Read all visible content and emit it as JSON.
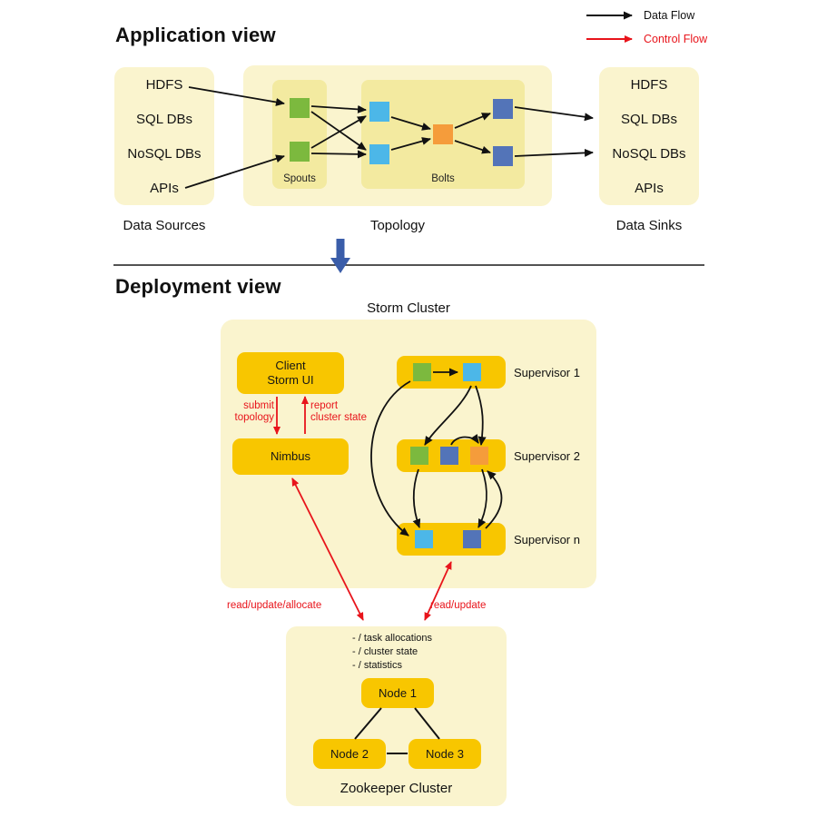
{
  "legend": {
    "data_flow": "Data Flow",
    "control_flow": "Control Flow"
  },
  "application_view": {
    "title": "Application view",
    "data_sources": {
      "label": "Data Sources",
      "items": [
        "HDFS",
        "SQL DBs",
        "NoSQL DBs",
        "APIs"
      ]
    },
    "topology": {
      "label": "Topology",
      "spouts_label": "Spouts",
      "bolts_label": "Bolts"
    },
    "data_sinks": {
      "label": "Data Sinks",
      "items": [
        "HDFS",
        "SQL DBs",
        "NoSQL DBs",
        "APIs"
      ]
    }
  },
  "deployment_view": {
    "title": "Deployment view",
    "storm_cluster": {
      "label": "Storm Cluster",
      "client": {
        "line1": "Client",
        "line2": "Storm UI"
      },
      "nimbus": "Nimbus",
      "submit": {
        "line1": "submit",
        "line2": "topology"
      },
      "report": {
        "line1": "report",
        "line2": "cluster state"
      },
      "supervisors": [
        {
          "label": "Supervisor 1"
        },
        {
          "label": "Supervisor 2"
        },
        {
          "label": "Supervisor n"
        }
      ]
    },
    "labels": {
      "read_update_allocate": "read/update/allocate",
      "read_update": "read/update"
    },
    "zookeeper": {
      "label": "Zookeeper Cluster",
      "paths": [
        "- / task allocations",
        "- / cluster state",
        "- / statistics"
      ],
      "nodes": [
        "Node 1",
        "Node 2",
        "Node 3"
      ]
    }
  },
  "colors": {
    "panel": "#FAF4CE",
    "inner_panel": "#F3EAA0",
    "gold": "#F8C600",
    "green": "#7CB93E",
    "cyan": "#4CB7E8",
    "blue": "#5374B8",
    "orange": "#F59C3B",
    "red": "#E8141B",
    "arrow_black": "#111111",
    "arrow_blue": "#3A5DA9"
  }
}
